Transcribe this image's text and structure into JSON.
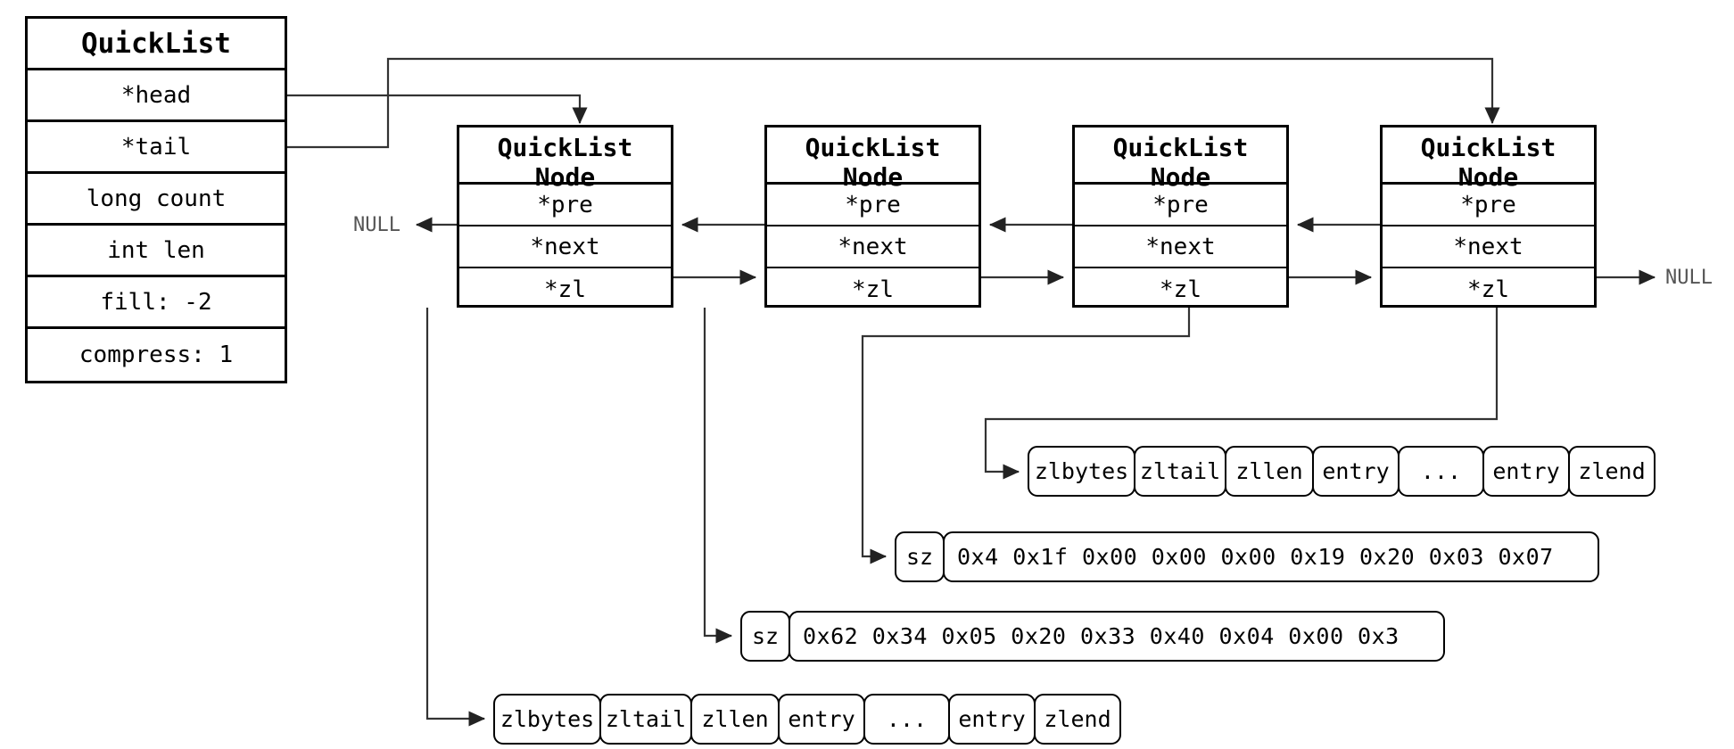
{
  "diagram": {
    "title": "Redis QuickList structure diagram",
    "null_labels": {
      "left": "NULL",
      "right": "NULL"
    }
  },
  "quicklist": {
    "title": "QuickList",
    "fields": [
      {
        "label": "*head"
      },
      {
        "label": "*tail"
      },
      {
        "label": "long count"
      },
      {
        "label": "int len"
      },
      {
        "label": "fill: -2"
      },
      {
        "label": "compress: 1"
      }
    ]
  },
  "nodes": [
    {
      "title": "QuickList\nNode",
      "fields": [
        {
          "label": "*pre"
        },
        {
          "label": "*next"
        },
        {
          "label": "*zl"
        }
      ]
    },
    {
      "title": "QuickList\nNode",
      "fields": [
        {
          "label": "*pre"
        },
        {
          "label": "*next"
        },
        {
          "label": "*zl"
        }
      ]
    },
    {
      "title": "QuickList\nNode",
      "fields": [
        {
          "label": "*pre"
        },
        {
          "label": "*next"
        },
        {
          "label": "*zl"
        }
      ]
    },
    {
      "title": "QuickList\nNode",
      "fields": [
        {
          "label": "*pre"
        },
        {
          "label": "*next"
        },
        {
          "label": "*zl"
        }
      ]
    }
  ],
  "ziplists": {
    "upper": {
      "cells": [
        "zlbytes",
        "zltail",
        "zllen",
        "entry",
        "...",
        "entry",
        "zlend"
      ]
    },
    "lower": {
      "cells": [
        "zlbytes",
        "zltail",
        "zllen",
        "entry",
        "...",
        "entry",
        "zlend"
      ]
    }
  },
  "compressed": {
    "upper": {
      "sz_label": "sz",
      "bytes": "0x4 0x1f 0x00 0x00 0x00 0x19 0x20 0x03 0x07"
    },
    "lower": {
      "sz_label": "sz",
      "bytes": "0x62 0x34 0x05 0x20 0x33 0x40 0x04 0x00 0x3"
    }
  }
}
